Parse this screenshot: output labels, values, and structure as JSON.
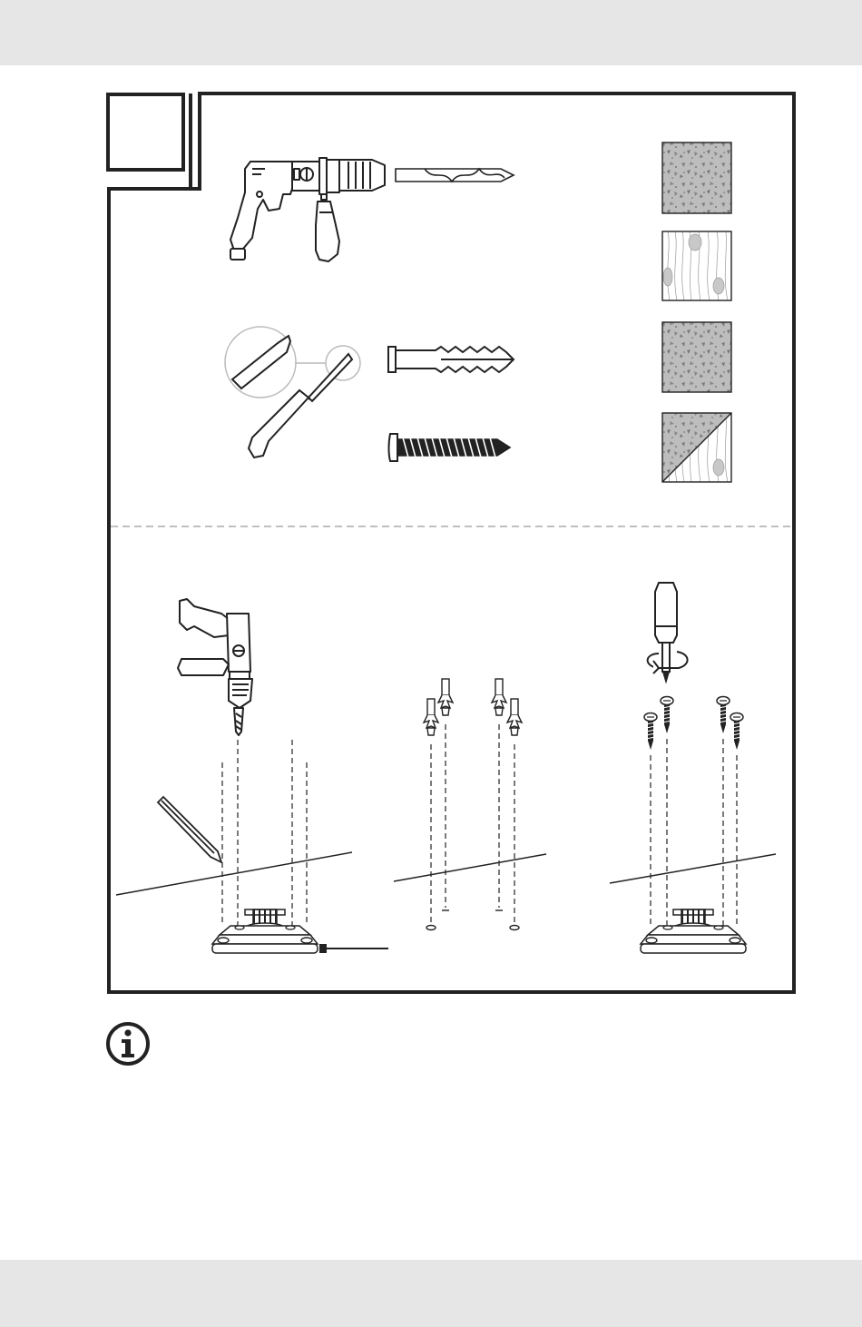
{
  "page": {
    "step_number": "",
    "note_text": ""
  },
  "icons": {
    "info": "info-icon",
    "drill": "drill-icon",
    "drill_bit": "drill-bit-icon",
    "screwdriver": "screwdriver-icon",
    "wall_plug": "wall-plug-icon",
    "screw": "screw-icon",
    "pencil": "pencil-icon",
    "base_plate": "base-plate-icon",
    "rotate_arrow": "rotate-arrow-icon"
  },
  "materials": [
    "concrete-swatch",
    "wood-swatch",
    "concrete-swatch",
    "concrete-wood-swatch"
  ],
  "colors": {
    "line": "#222222",
    "band": "#e6e6e6",
    "swatch_gray": "#bdbdbd",
    "speckle": "#7d7d7d",
    "dashed": "#aaaaaa"
  }
}
